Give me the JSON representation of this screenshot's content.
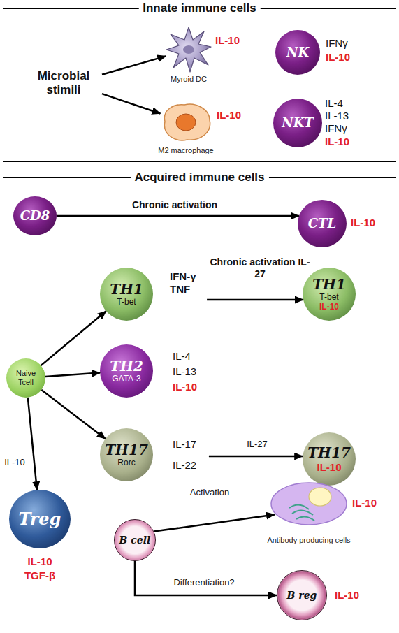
{
  "diagram": {
    "nodes": [
      {
        "text": [
          "Innate immune cells"
        ]
      },
      {
        "text": [
          "Microbial stimili"
        ],
        "in": 0
      },
      {
        "text": [
          "IL-10",
          "Myroid DC"
        ],
        "in": 0
      },
      {
        "text": [
          "IL-10",
          "M2 macrophage"
        ],
        "in": 0
      },
      {
        "text": [
          "NK",
          "IFNγ",
          "IL-10"
        ],
        "in": 0
      },
      {
        "text": [
          "NKT",
          "IL-4",
          "IL-13",
          "IFNγ",
          "IL-10"
        ],
        "in": 0
      },
      {
        "text": [
          "Acquired immune cells"
        ]
      },
      {
        "text": [
          "CD8"
        ],
        "in": 6
      },
      {
        "text": [
          "CTL",
          "IL-10"
        ],
        "in": 6
      },
      {
        "text": [
          "Naive Tcell"
        ],
        "in": 6
      },
      {
        "text": [
          "TH1",
          "T-bet",
          "IFN-γ",
          "TNF"
        ],
        "in": 6
      },
      {
        "text": [
          "TH1",
          "T-bet",
          "IL-10"
        ],
        "in": 6
      },
      {
        "text": [
          "TH2",
          "GATA-3",
          "IL-4",
          "IL-13",
          "IL-10"
        ],
        "in": 6
      },
      {
        "text": [
          "TH17",
          "Rorc",
          "IL-17",
          "IL-22"
        ],
        "in": 6
      },
      {
        "text": [
          "TH17",
          "IL-10"
        ],
        "in": 6
      },
      {
        "text": [
          "Treg",
          "IL-10",
          "TGF-β"
        ],
        "in": 6
      },
      {
        "text": [
          "B cell"
        ],
        "in": 6
      },
      {
        "text": [
          "IL-10",
          "Antibody producing cells"
        ],
        "in": 6
      },
      {
        "text": [
          "B reg",
          "IL-10"
        ],
        "in": 6
      }
    ],
    "edges": [
      {
        "from": 1,
        "to": 2,
        "arrow": "to"
      },
      {
        "from": 1,
        "to": 3,
        "arrow": "to"
      },
      {
        "from": 7,
        "to": 8,
        "label": "Chronic activation",
        "arrow": "to"
      },
      {
        "from": 9,
        "to": 10,
        "arrow": "to"
      },
      {
        "from": 9,
        "to": 12,
        "arrow": "to"
      },
      {
        "from": 9,
        "to": 13,
        "arrow": "to"
      },
      {
        "from": 9,
        "to": 15,
        "label": "IL-10",
        "arrow": "to"
      },
      {
        "from": 10,
        "to": 11,
        "label": "Chronic activation IL-27",
        "arrow": "to"
      },
      {
        "from": 13,
        "to": 14,
        "label": "IL-27",
        "arrow": "to"
      },
      {
        "from": 16,
        "to": 17,
        "label": "Activation",
        "arrow": "to"
      },
      {
        "from": 16,
        "to": 18,
        "label": "Differentiation?",
        "arrow": "to"
      }
    ]
  }
}
